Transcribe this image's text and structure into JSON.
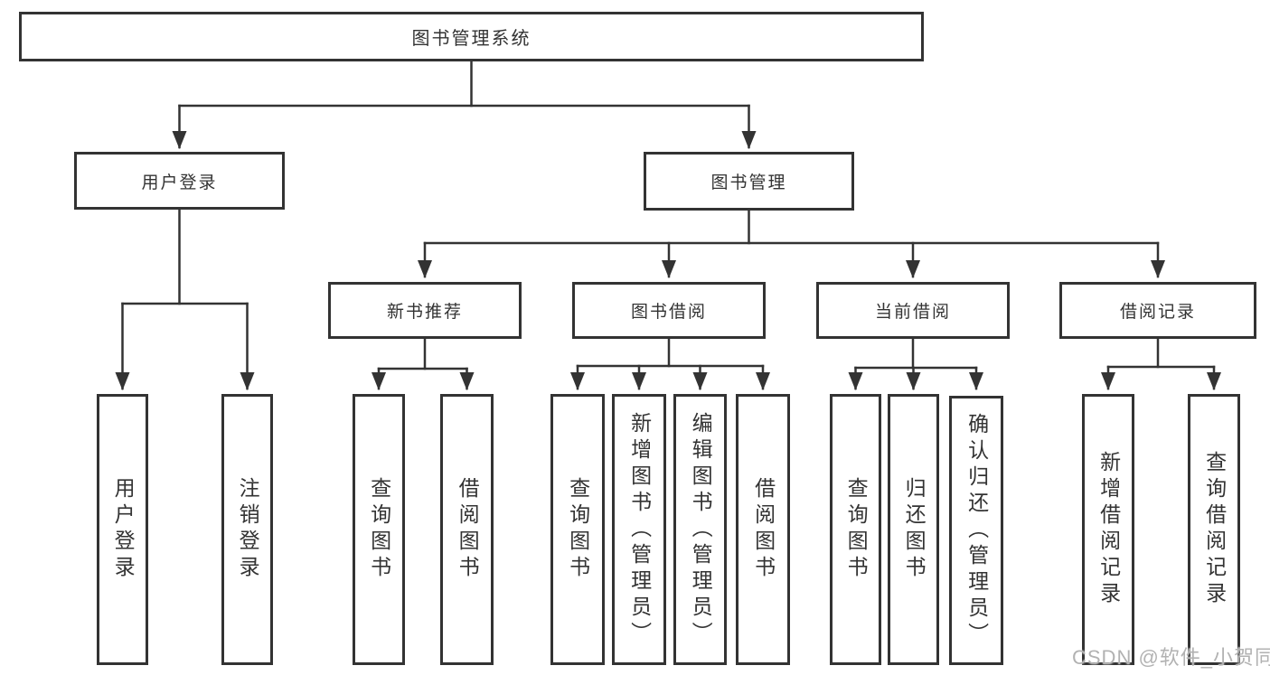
{
  "diagram": {
    "root": {
      "label": "图书管理系统"
    },
    "branches": [
      {
        "label": "用户登录",
        "children": [
          {
            "label": "用户登录"
          },
          {
            "label": "注销登录"
          }
        ]
      },
      {
        "label": "图书管理",
        "children": [
          {
            "label": "新书推荐",
            "children": [
              {
                "label": "查询图书"
              },
              {
                "label": "借阅图书"
              }
            ]
          },
          {
            "label": "图书借阅",
            "children": [
              {
                "label": "查询图书"
              },
              {
                "label": "新增图书（管理员）"
              },
              {
                "label": "编辑图书（管理员）"
              },
              {
                "label": "借阅图书"
              }
            ]
          },
          {
            "label": "当前借阅",
            "children": [
              {
                "label": "查询图书"
              },
              {
                "label": "归还图书"
              },
              {
                "label": "确认归还（管理员）"
              }
            ]
          },
          {
            "label": "借阅记录",
            "children": [
              {
                "label": "新增借阅记录"
              },
              {
                "label": "查询借阅记录"
              }
            ]
          }
        ]
      }
    ]
  },
  "watermark": "CSDN @软件_小贺同学",
  "colors": {
    "line": "#333333",
    "text": "#333333",
    "bg": "#ffffff",
    "wm": "#b2b2b2"
  }
}
